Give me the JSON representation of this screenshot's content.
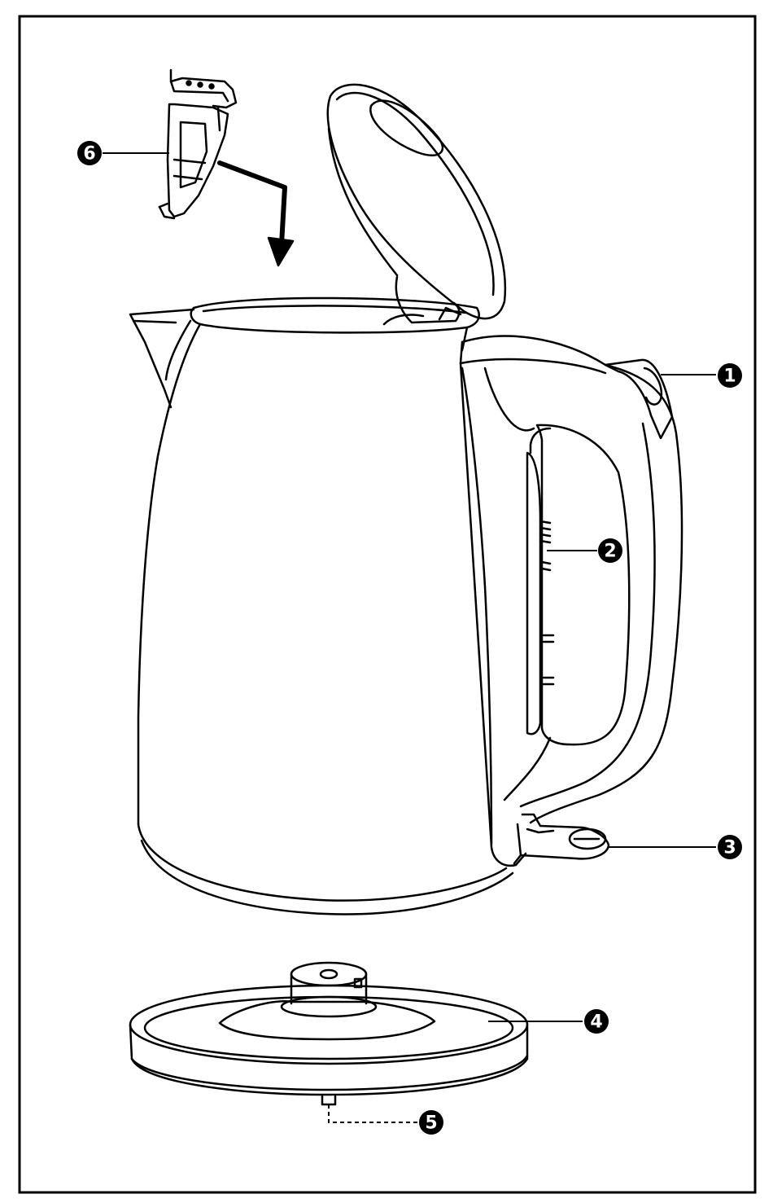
{
  "callouts": [
    {
      "id": "1",
      "label": "1",
      "part": "lid-release-button"
    },
    {
      "id": "2",
      "label": "2",
      "part": "water-level-window"
    },
    {
      "id": "3",
      "label": "3",
      "part": "power-switch"
    },
    {
      "id": "4",
      "label": "4",
      "part": "power-base"
    },
    {
      "id": "5",
      "label": "5",
      "part": "cord-storage"
    },
    {
      "id": "6",
      "label": "6",
      "part": "limescale-filter"
    }
  ],
  "colors": {
    "line": "#000000",
    "background": "#ffffff",
    "callout_fill": "#000000",
    "callout_text": "#ffffff"
  }
}
